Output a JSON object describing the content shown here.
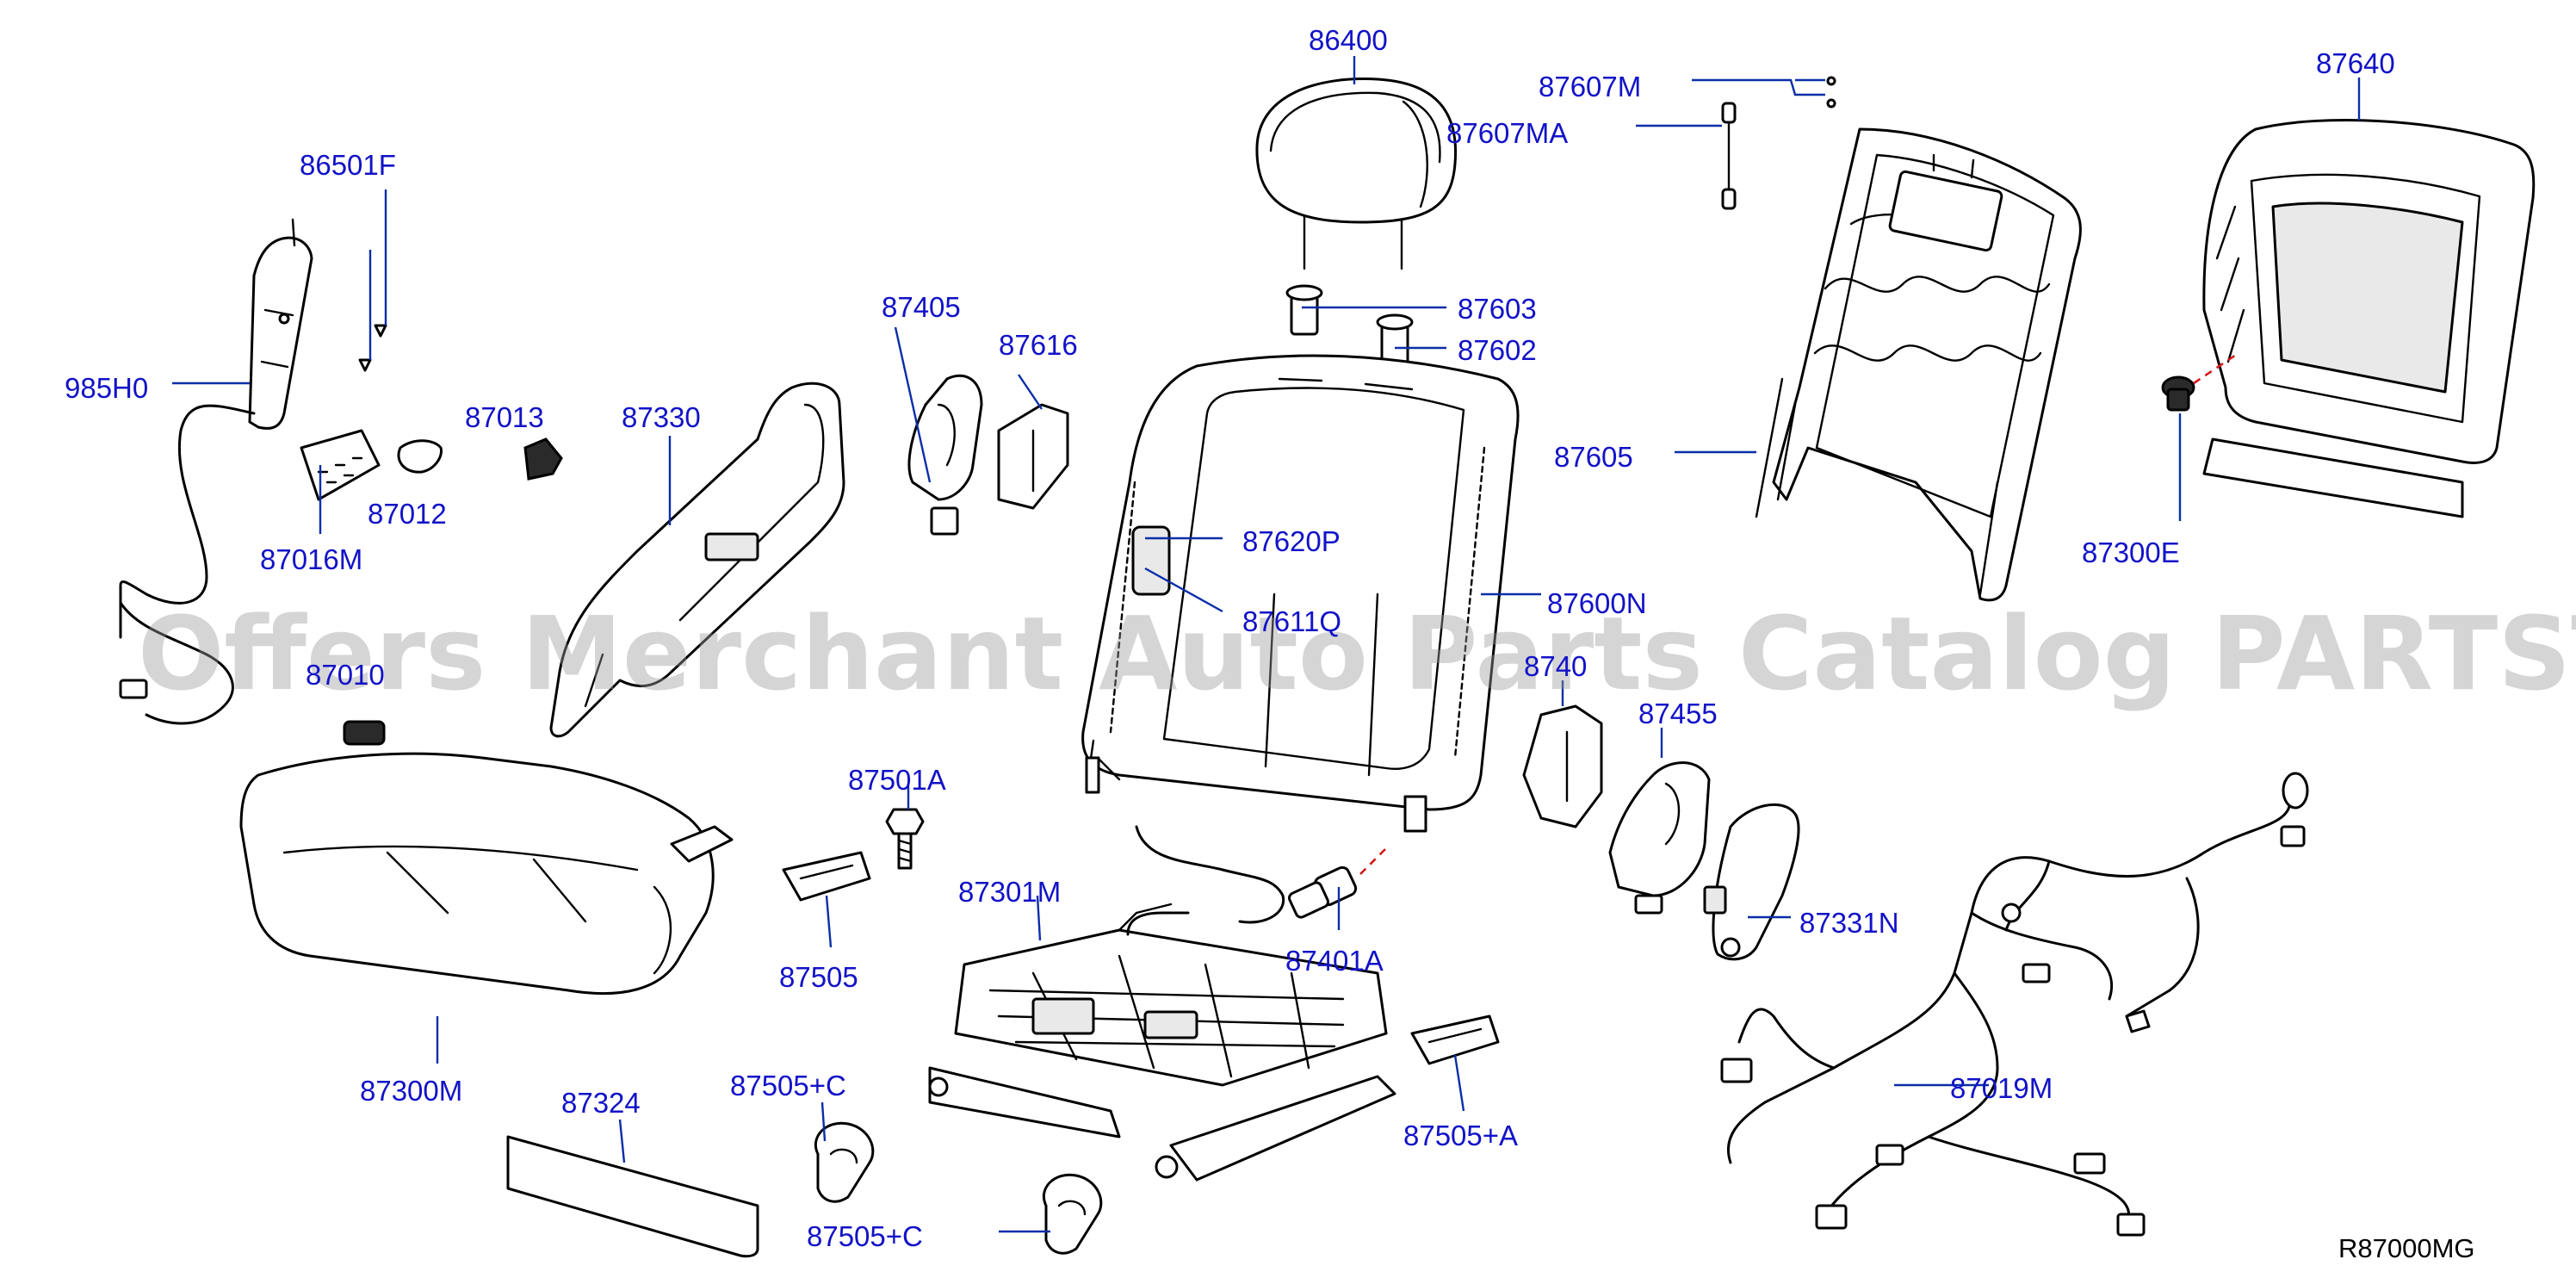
{
  "diagram": {
    "reference_code": "R87000MG",
    "watermark": "Offers Merchant Auto Parts Catalog PARTSTORE.SA",
    "callouts": {
      "c86400": "86400",
      "c87607M": "87607M",
      "c87607MA": "87607MA",
      "c87640": "87640",
      "c86501F": "86501F",
      "c985H0": "985H0",
      "c87013": "87013",
      "c87330": "87330",
      "c87405": "87405",
      "c87616": "87616",
      "c87603": "87603",
      "c87602": "87602",
      "c87012": "87012",
      "c87016M": "87016M",
      "c87605": "87605",
      "c87300E": "87300E",
      "c87620P": "87620P",
      "c87611Q": "87611Q",
      "c87600N": "87600N",
      "c87010": "87010",
      "c87406": "8740",
      "c87455": "87455",
      "c87501A": "87501A",
      "c87301M": "87301M",
      "c87331N": "87331N",
      "c87505": "87505",
      "c87401A": "87401A",
      "c87300M": "87300M",
      "c87324": "87324",
      "c87505C1": "87505+C",
      "c87505A": "87505+A",
      "c87019M": "87019M",
      "c87505C2": "87505+C"
    }
  }
}
